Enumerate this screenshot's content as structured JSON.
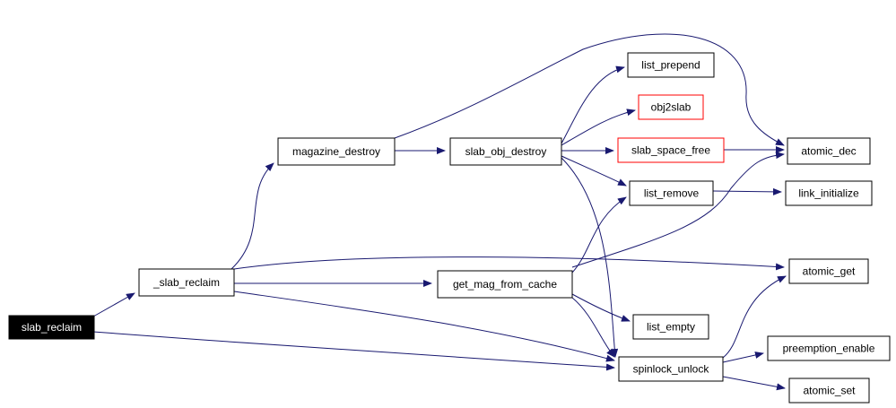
{
  "graph": {
    "edge_color": "#191970",
    "nodes": [
      {
        "id": "slab_reclaim",
        "label": "slab_reclaim",
        "style": "root",
        "fill": "#000000",
        "stroke": "#000000",
        "text": "#ffffff"
      },
      {
        "id": "_slab_reclaim",
        "label": "_slab_reclaim",
        "style": "normal",
        "fill": "#ffffff",
        "stroke": "#000000",
        "text": "#000000"
      },
      {
        "id": "magazine_destroy",
        "label": "magazine_destroy",
        "style": "normal",
        "fill": "#ffffff",
        "stroke": "#000000",
        "text": "#000000"
      },
      {
        "id": "slab_obj_destroy",
        "label": "slab_obj_destroy",
        "style": "normal",
        "fill": "#ffffff",
        "stroke": "#000000",
        "text": "#000000"
      },
      {
        "id": "list_prepend",
        "label": "list_prepend",
        "style": "normal",
        "fill": "#ffffff",
        "stroke": "#000000",
        "text": "#000000"
      },
      {
        "id": "obj2slab",
        "label": "obj2slab",
        "style": "truncated",
        "fill": "#ffffff",
        "stroke": "#ff0000",
        "text": "#000000"
      },
      {
        "id": "slab_space_free",
        "label": "slab_space_free",
        "style": "truncated",
        "fill": "#ffffff",
        "stroke": "#ff0000",
        "text": "#000000"
      },
      {
        "id": "atomic_dec",
        "label": "atomic_dec",
        "style": "normal",
        "fill": "#ffffff",
        "stroke": "#000000",
        "text": "#000000"
      },
      {
        "id": "list_remove",
        "label": "list_remove",
        "style": "normal",
        "fill": "#ffffff",
        "stroke": "#000000",
        "text": "#000000"
      },
      {
        "id": "link_initialize",
        "label": "link_initialize",
        "style": "normal",
        "fill": "#ffffff",
        "stroke": "#000000",
        "text": "#000000"
      },
      {
        "id": "get_mag_from_cache",
        "label": "get_mag_from_cache",
        "style": "normal",
        "fill": "#ffffff",
        "stroke": "#000000",
        "text": "#000000"
      },
      {
        "id": "atomic_get",
        "label": "atomic_get",
        "style": "normal",
        "fill": "#ffffff",
        "stroke": "#000000",
        "text": "#000000"
      },
      {
        "id": "list_empty",
        "label": "list_empty",
        "style": "normal",
        "fill": "#ffffff",
        "stroke": "#000000",
        "text": "#000000"
      },
      {
        "id": "spinlock_unlock",
        "label": "spinlock_unlock",
        "style": "normal",
        "fill": "#ffffff",
        "stroke": "#000000",
        "text": "#000000"
      },
      {
        "id": "preemption_enable",
        "label": "preemption_enable",
        "style": "normal",
        "fill": "#ffffff",
        "stroke": "#000000",
        "text": "#000000"
      },
      {
        "id": "atomic_set",
        "label": "atomic_set",
        "style": "normal",
        "fill": "#ffffff",
        "stroke": "#000000",
        "text": "#000000"
      }
    ],
    "edges": [
      {
        "from": "slab_reclaim",
        "to": "_slab_reclaim"
      },
      {
        "from": "slab_reclaim",
        "to": "spinlock_unlock"
      },
      {
        "from": "_slab_reclaim",
        "to": "magazine_destroy"
      },
      {
        "from": "_slab_reclaim",
        "to": "get_mag_from_cache"
      },
      {
        "from": "_slab_reclaim",
        "to": "atomic_get"
      },
      {
        "from": "_slab_reclaim",
        "to": "spinlock_unlock"
      },
      {
        "from": "magazine_destroy",
        "to": "slab_obj_destroy"
      },
      {
        "from": "magazine_destroy",
        "to": "atomic_dec"
      },
      {
        "from": "slab_obj_destroy",
        "to": "list_prepend"
      },
      {
        "from": "slab_obj_destroy",
        "to": "obj2slab"
      },
      {
        "from": "slab_obj_destroy",
        "to": "slab_space_free"
      },
      {
        "from": "slab_obj_destroy",
        "to": "list_remove"
      },
      {
        "from": "slab_obj_destroy",
        "to": "spinlock_unlock"
      },
      {
        "from": "slab_space_free",
        "to": "atomic_dec"
      },
      {
        "from": "list_remove",
        "to": "link_initialize"
      },
      {
        "from": "get_mag_from_cache",
        "to": "list_remove"
      },
      {
        "from": "get_mag_from_cache",
        "to": "atomic_dec"
      },
      {
        "from": "get_mag_from_cache",
        "to": "list_empty"
      },
      {
        "from": "get_mag_from_cache",
        "to": "spinlock_unlock"
      },
      {
        "from": "spinlock_unlock",
        "to": "atomic_get"
      },
      {
        "from": "spinlock_unlock",
        "to": "preemption_enable"
      },
      {
        "from": "spinlock_unlock",
        "to": "atomic_set"
      }
    ]
  }
}
